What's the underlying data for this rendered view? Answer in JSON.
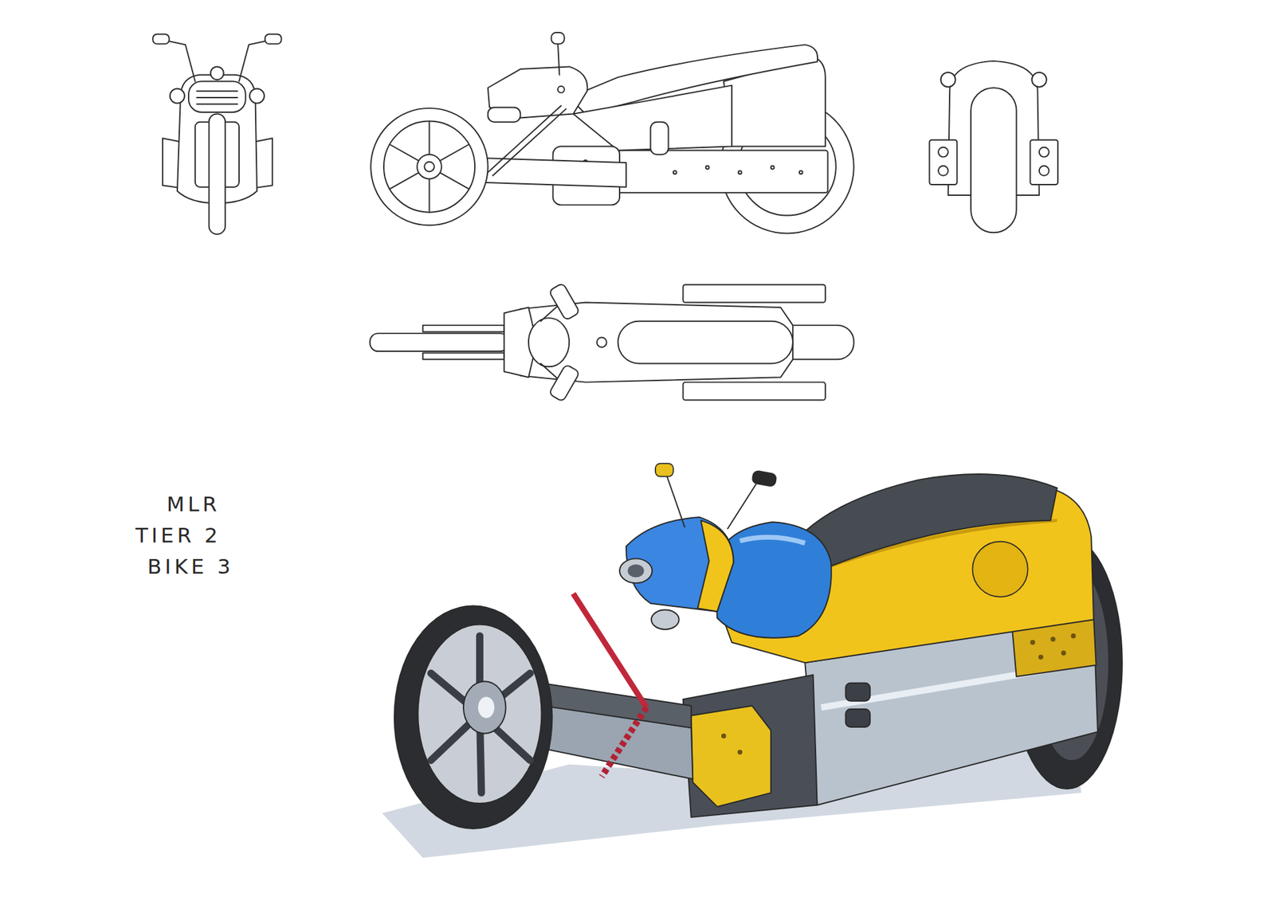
{
  "diagram": {
    "labels": [
      "MLR",
      "TIER 2",
      "BIKE 3"
    ]
  }
}
